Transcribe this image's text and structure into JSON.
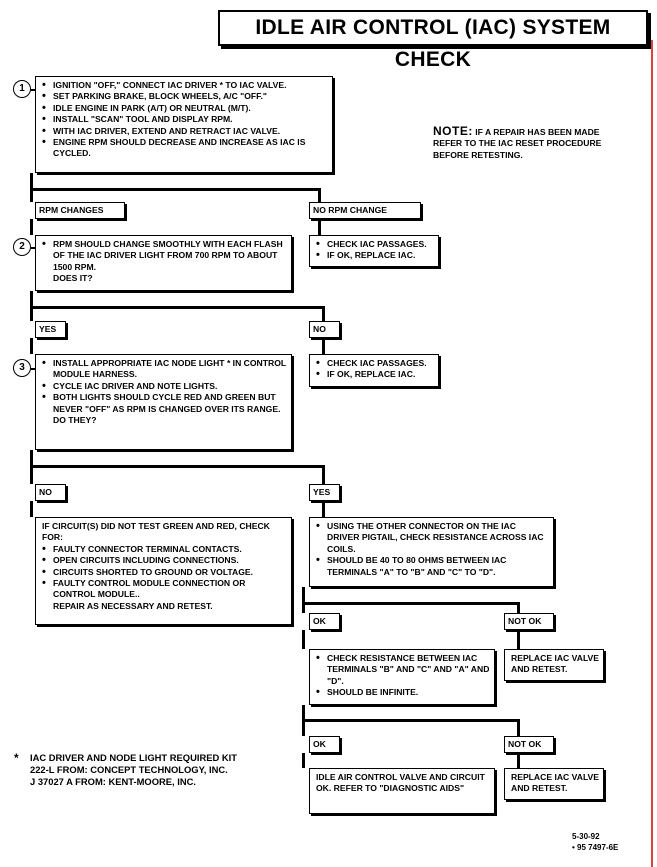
{
  "title": "IDLE AIR CONTROL (IAC) SYSTEM CHECK",
  "note": {
    "label": "NOTE:",
    "text_line1": "IF A REPAIR HAS BEEN MADE",
    "text_line2": "REFER TO THE IAC RESET PROCEDURE",
    "text_line3": "BEFORE RETESTING."
  },
  "steps": {
    "s1": "1",
    "s2": "2",
    "s3": "3"
  },
  "box1": [
    "IGNITION \"OFF,\" CONNECT IAC DRIVER * TO IAC VALVE.",
    "SET PARKING BRAKE, BLOCK WHEELS, A/C \"OFF.\"",
    "IDLE ENGINE IN PARK (A/T) OR NEUTRAL (M/T).",
    "INSTALL \"SCAN\" TOOL AND DISPLAY RPM.",
    "WITH IAC DRIVER, EXTEND AND RETRACT IAC VALVE.",
    "ENGINE RPM SHOULD DECREASE AND INCREASE AS IAC IS CYCLED."
  ],
  "labels": {
    "rpm_changes": "RPM CHANGES",
    "no_rpm_change": "NO RPM CHANGE",
    "yes1": "YES",
    "no1": "NO",
    "no2": "NO",
    "yes2": "YES",
    "ok1": "OK",
    "not_ok1": "NOT OK",
    "ok2": "OK",
    "not_ok2": "NOT OK"
  },
  "box2": [
    "RPM SHOULD CHANGE SMOOTHLY WITH EACH FLASH OF THE IAC DRIVER LIGHT FROM 700 RPM TO ABOUT 1500 RPM.",
    "DOES IT?"
  ],
  "box2_right": [
    "CHECK IAC PASSAGES.",
    "IF OK, REPLACE IAC."
  ],
  "box3": [
    "INSTALL APPROPRIATE IAC NODE LIGHT * IN CONTROL MODULE HARNESS.",
    "CYCLE IAC DRIVER AND NOTE LIGHTS.",
    "BOTH LIGHTS SHOULD CYCLE RED AND GREEN BUT NEVER \"OFF\" AS RPM IS CHANGED OVER ITS RANGE.",
    "DO THEY?"
  ],
  "box3_right": [
    "CHECK IAC PASSAGES.",
    "IF OK, REPLACE IAC."
  ],
  "box4_left": {
    "intro": "IF CIRCUIT(S) DID NOT TEST GREEN AND RED, CHECK FOR:",
    "items": [
      "FAULTY CONNECTOR TERMINAL CONTACTS.",
      "OPEN CIRCUITS INCLUDING CONNECTIONS.",
      "CIRCUITS SHORTED TO GROUND OR VOLTAGE.",
      "FAULTY CONTROL MODULE CONNECTION OR CONTROL MODULE.."
    ],
    "outro": "REPAIR AS NECESSARY AND RETEST."
  },
  "box4_right": [
    "USING THE OTHER CONNECTOR ON THE IAC DRIVER PIGTAIL, CHECK RESISTANCE ACROSS IAC COILS.",
    "SHOULD BE 40 TO 80 OHMS BETWEEN IAC TERMINALS \"A\" TO \"B\" AND \"C\" TO \"D\"."
  ],
  "box5": [
    "CHECK RESISTANCE BETWEEN IAC TERMINALS \"B\" AND \"C\" AND \"A\" AND \"D\".",
    "SHOULD BE INFINITE."
  ],
  "box5_right": "REPLACE IAC VALVE AND RETEST.",
  "box6": "IDLE AIR CONTROL VALVE AND CIRCUIT OK.  REFER TO \"DIAGNOSTIC AIDS\"",
  "box6_right": "REPLACE IAC VALVE AND RETEST.",
  "footnote": {
    "star": "*",
    "line1": "IAC DRIVER AND NODE LIGHT REQUIRED KIT",
    "line2": "222-L FROM:  CONCEPT TECHNOLOGY, INC.",
    "line3": "J 37027 A FROM:  KENT-MOORE, INC."
  },
  "docref": {
    "date": "5-30-92",
    "number": "• 95 7497-6E"
  }
}
